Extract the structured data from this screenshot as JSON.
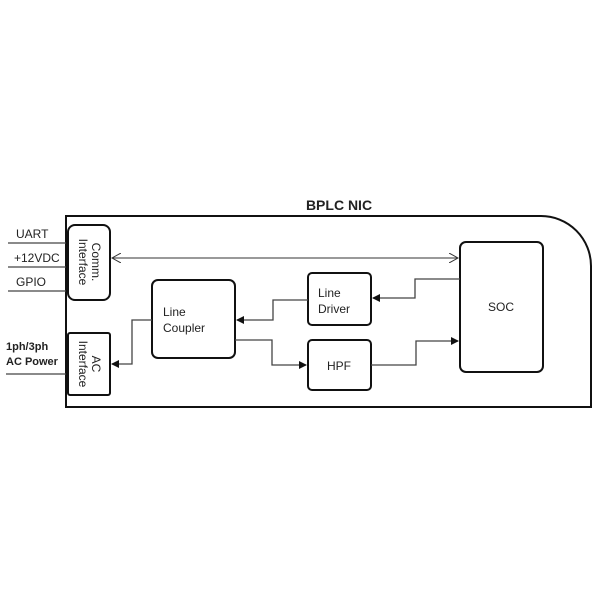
{
  "title": "BPLC NIC",
  "external_labels": {
    "uart": "UART",
    "vdc": "+12VDC",
    "gpio": "GPIO",
    "ac_line1": "1ph/3ph",
    "ac_line2": "AC Power"
  },
  "blocks": {
    "comm_line1": "Comm.",
    "comm_line2": "Interface",
    "ac_line1": "AC",
    "ac_line2": "Interface",
    "coupler_line1": "Line",
    "coupler_line2": "Coupler",
    "driver_line1": "Line",
    "driver_line2": "Driver",
    "hpf": "HPF",
    "soc": "SOC"
  }
}
